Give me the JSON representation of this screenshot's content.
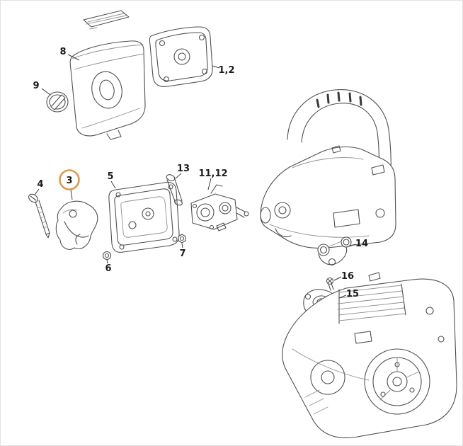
{
  "page": {
    "background": "#ffffff"
  },
  "colors": {
    "line": "#4f4f4f",
    "line_light": "#8f8f8f",
    "label_text": "#1b1b1b",
    "highlight": "#dd9a4e"
  },
  "labels": {
    "p1_2": "1,2",
    "p3": "3",
    "p4": "4",
    "p5": "5",
    "p6": "6",
    "p7": "7",
    "p8": "8",
    "p9": "9",
    "p11_12": "11,12",
    "p13": "13",
    "p14": "14",
    "p15": "15",
    "p16": "16"
  }
}
